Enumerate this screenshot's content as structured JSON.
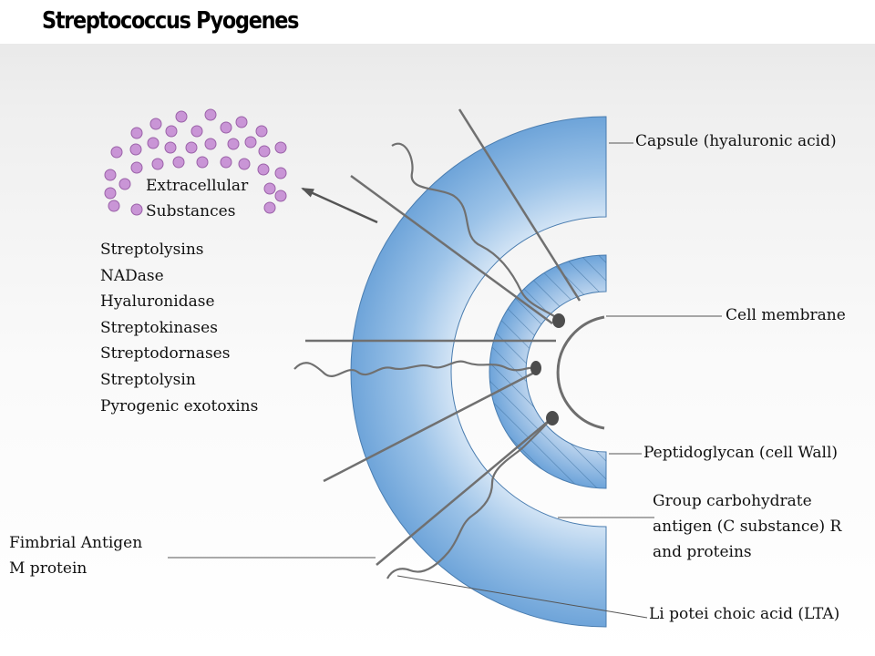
{
  "title": "Streptococcus Pyogenes",
  "extracellular": {
    "line1": "Extracellular",
    "line2": "Substances",
    "items": [
      "Streptolysins",
      "NADase",
      "Hyaluronidase",
      "Streptokinases",
      "Streptodornases",
      "Streptolysin",
      "Pyrogenic exotoxins"
    ]
  },
  "labels": {
    "capsule": "Capsule (hyaluronic acid)",
    "cell_membrane": "Cell membrane",
    "peptidoglycan": "Peptidoglycan (cell Wall)",
    "group_carb": [
      "Group carbohydrate",
      "antigen (C substance) R",
      "and proteins"
    ],
    "fimbrial": [
      "Fimbrial Antigen",
      "M protein"
    ],
    "lta": "Li potei choic acid (LTA)"
  },
  "colors": {
    "capsule_fill": "#7fb0df",
    "wall_fill": "#6fa6db",
    "dot_fill": "#c995d6",
    "line": "#6e6e6e"
  }
}
